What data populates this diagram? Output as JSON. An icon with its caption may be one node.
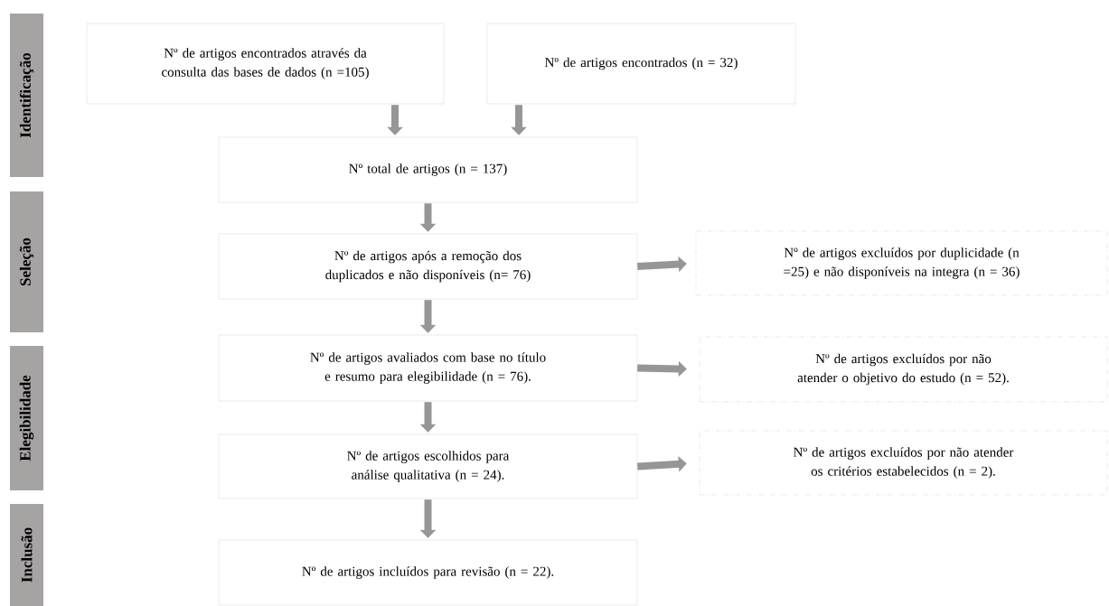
{
  "diagram": {
    "nodes": [
      {
        "text": [
          "Identificação"
        ]
      },
      {
        "text": [
          "Seleção"
        ]
      },
      {
        "text": [
          "Elegibilidade"
        ]
      },
      {
        "text": [
          "Inclusão"
        ]
      },
      {
        "text": [
          "Nº de artigos encontrados através da consulta das bases de dados (n =105)"
        ]
      },
      {
        "text": [
          "Nº de artigos encontrados (n = 32)"
        ]
      },
      {
        "text": [
          "Nº total de artigos (n = 137)"
        ]
      },
      {
        "text": [
          "Nº de artigos após a remoção dos duplicados e não disponíveis (n= 76)"
        ]
      },
      {
        "text": [
          "Nº de artigos avaliados com base no título e resumo para elegibilidade (n = 76)."
        ]
      },
      {
        "text": [
          "Nº de artigos escolhidos para análise qualitativa (n = 24)."
        ]
      },
      {
        "text": [
          "Nº de artigos incluídos para revisão (n = 22)."
        ]
      },
      {
        "text": [
          "Nº de artigos excluídos por duplicidade (n =25) e não disponíveis na integra (n = 36)"
        ]
      },
      {
        "text": [
          "Nº de artigos excluídos por não atender o objetivo do estudo (n = 52)."
        ]
      },
      {
        "text": [
          "Nº de artigos excluídos por não atender os critérios estabelecidos (n = 2)."
        ]
      }
    ],
    "edges": [
      {
        "from": 4,
        "to": 6,
        "arrow": "to"
      },
      {
        "from": 5,
        "to": 6,
        "arrow": "to"
      },
      {
        "from": 6,
        "to": 7,
        "arrow": "to"
      },
      {
        "from": 7,
        "to": 11,
        "arrow": "to"
      },
      {
        "from": 7,
        "to": 8,
        "arrow": "to"
      },
      {
        "from": 8,
        "to": 12,
        "arrow": "to"
      },
      {
        "from": 8,
        "to": 9,
        "arrow": "to"
      },
      {
        "from": 9,
        "to": 13,
        "arrow": "to"
      },
      {
        "from": 9,
        "to": 10,
        "arrow": "to"
      }
    ]
  }
}
